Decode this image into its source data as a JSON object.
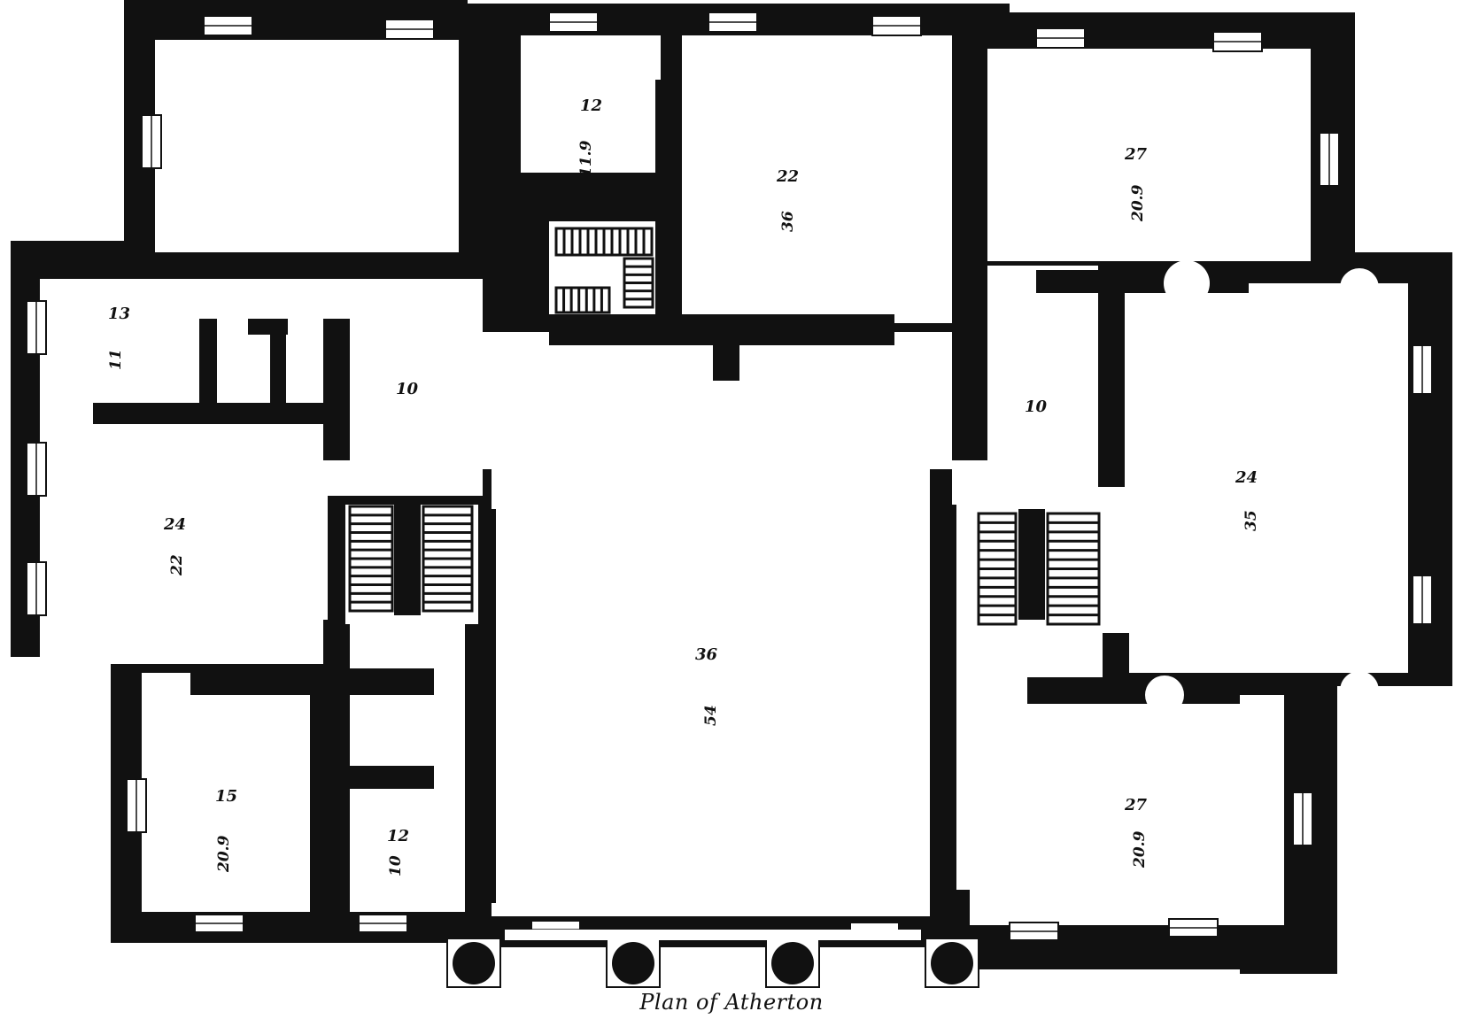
{
  "caption": "Plan of Atherton",
  "room_labels": {
    "nw_small_room": "13",
    "nw_small_room_2": "11",
    "nw_passage": "10",
    "w_stair_room_width": "12",
    "w_stair_room_length": "11.9",
    "center_north_room_width": "22",
    "center_north_room_length": "36",
    "ne_room_width": "27",
    "ne_room_length": "20.9",
    "e_passage": "10",
    "e_room_width": "24",
    "e_room_length": "35",
    "w_room_width": "24",
    "w_room_length": "22",
    "hall_width": "36",
    "hall_length": "54",
    "sw_room_width": "15",
    "sw_room_length": "20.9",
    "sw_closet": "12",
    "sw_closet_2": "10",
    "se_room_width": "27",
    "se_room_length": "20.9"
  },
  "colors": {
    "wall": "#111111",
    "paper": "#ffffff"
  }
}
